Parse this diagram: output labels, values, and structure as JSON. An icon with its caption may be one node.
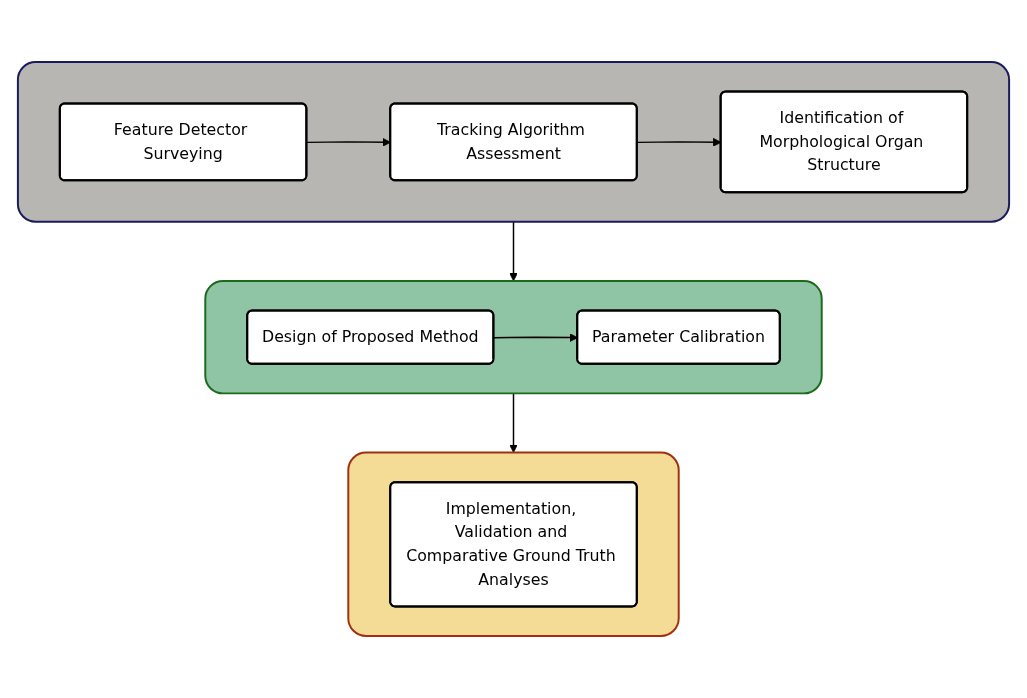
{
  "diagram": {
    "nodes": [
      {
        "text": [],
        "shape": "box"
      },
      {
        "text": [
          "Feature Detector Surveying"
        ],
        "in": 0
      },
      {
        "text": [
          "Tracking Algorithm Assessment"
        ],
        "in": 0
      },
      {
        "text": [
          "Identification of Morphological Organ Structure"
        ],
        "in": 0
      },
      {
        "text": [],
        "shape": "box"
      },
      {
        "text": [
          "Design of Proposed Method"
        ],
        "in": 4
      },
      {
        "text": [
          "Parameter Calibration"
        ],
        "in": 4
      },
      {
        "text": [],
        "shape": "box"
      },
      {
        "text": [
          "Implementation, Validation and Comparative Ground Truth Analyses"
        ],
        "in": 7
      }
    ],
    "edges": [
      {
        "from": 1,
        "to": 2,
        "arrow": "to"
      },
      {
        "from": 2,
        "to": 3,
        "arrow": "to"
      },
      {
        "from": 0,
        "to": 4,
        "arrow": "to"
      },
      {
        "from": 5,
        "to": 6,
        "arrow": "to"
      },
      {
        "from": 4,
        "to": 7,
        "arrow": "to"
      }
    ]
  }
}
